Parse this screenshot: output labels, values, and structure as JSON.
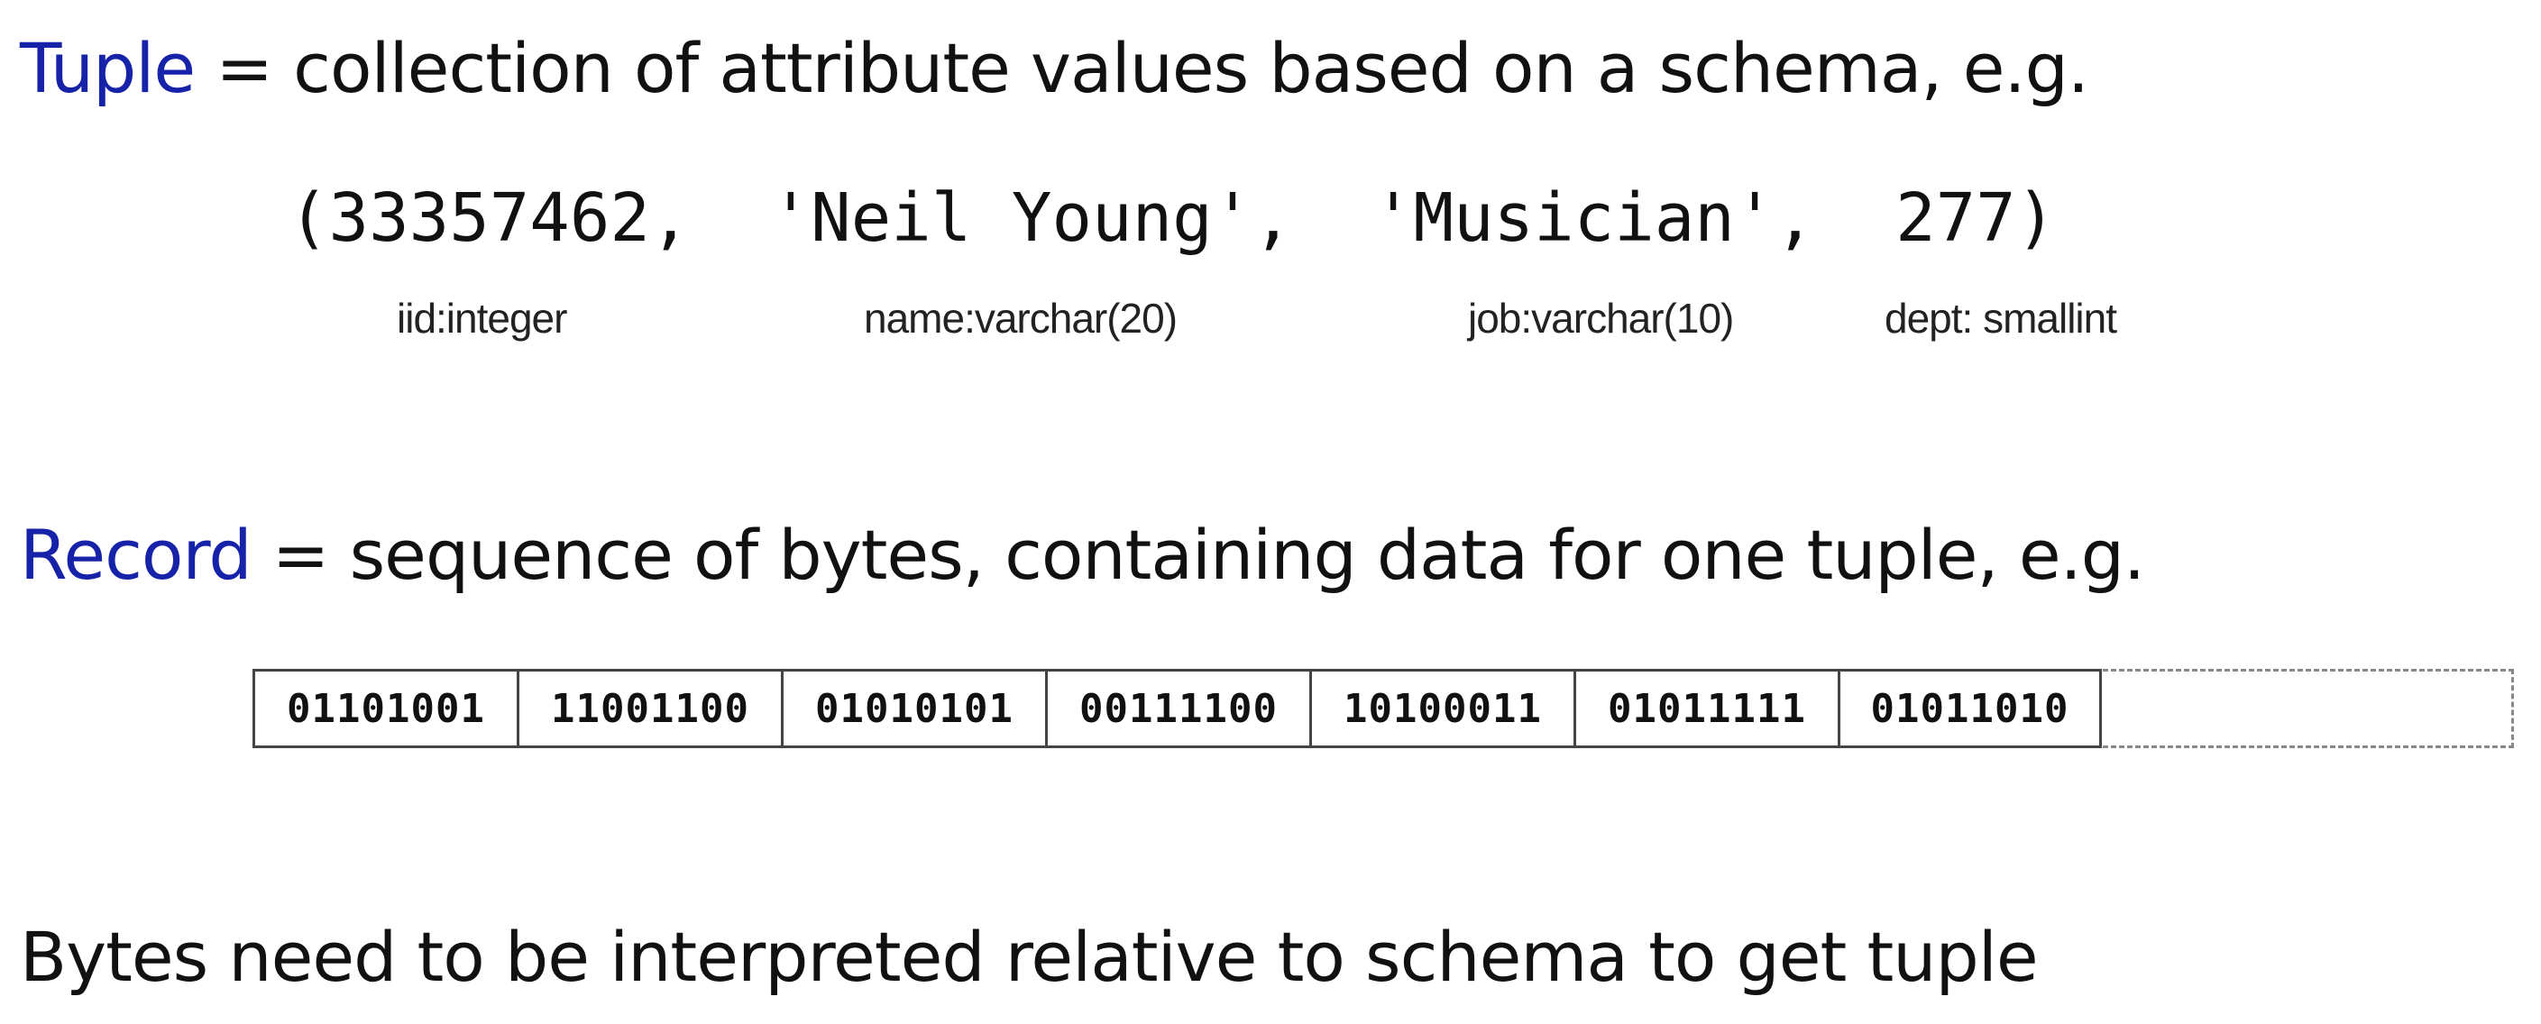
{
  "tuple_def": {
    "term": "Tuple",
    "rest": " = collection of attribute values based on a schema, e.g."
  },
  "tuple_example": {
    "text": "(33357462,  'Neil Young',  'Musician',  277)",
    "types": [
      "iid:integer",
      "name:varchar(20)",
      "job:varchar(10)",
      "dept: smallint"
    ]
  },
  "record_def": {
    "term": "Record",
    "rest": " = sequence of bytes, containing data for one tuple, e.g."
  },
  "record_bytes": [
    "01101001",
    "11001100",
    "01010101",
    "00111100",
    "10100011",
    "01011111",
    "01011010"
  ],
  "note": "Bytes need to be interpreted relative to schema to get tuple",
  "colors": {
    "term": "#1622a8",
    "text": "#111111",
    "cell_border": "#444444",
    "dashed_border": "#888888"
  }
}
